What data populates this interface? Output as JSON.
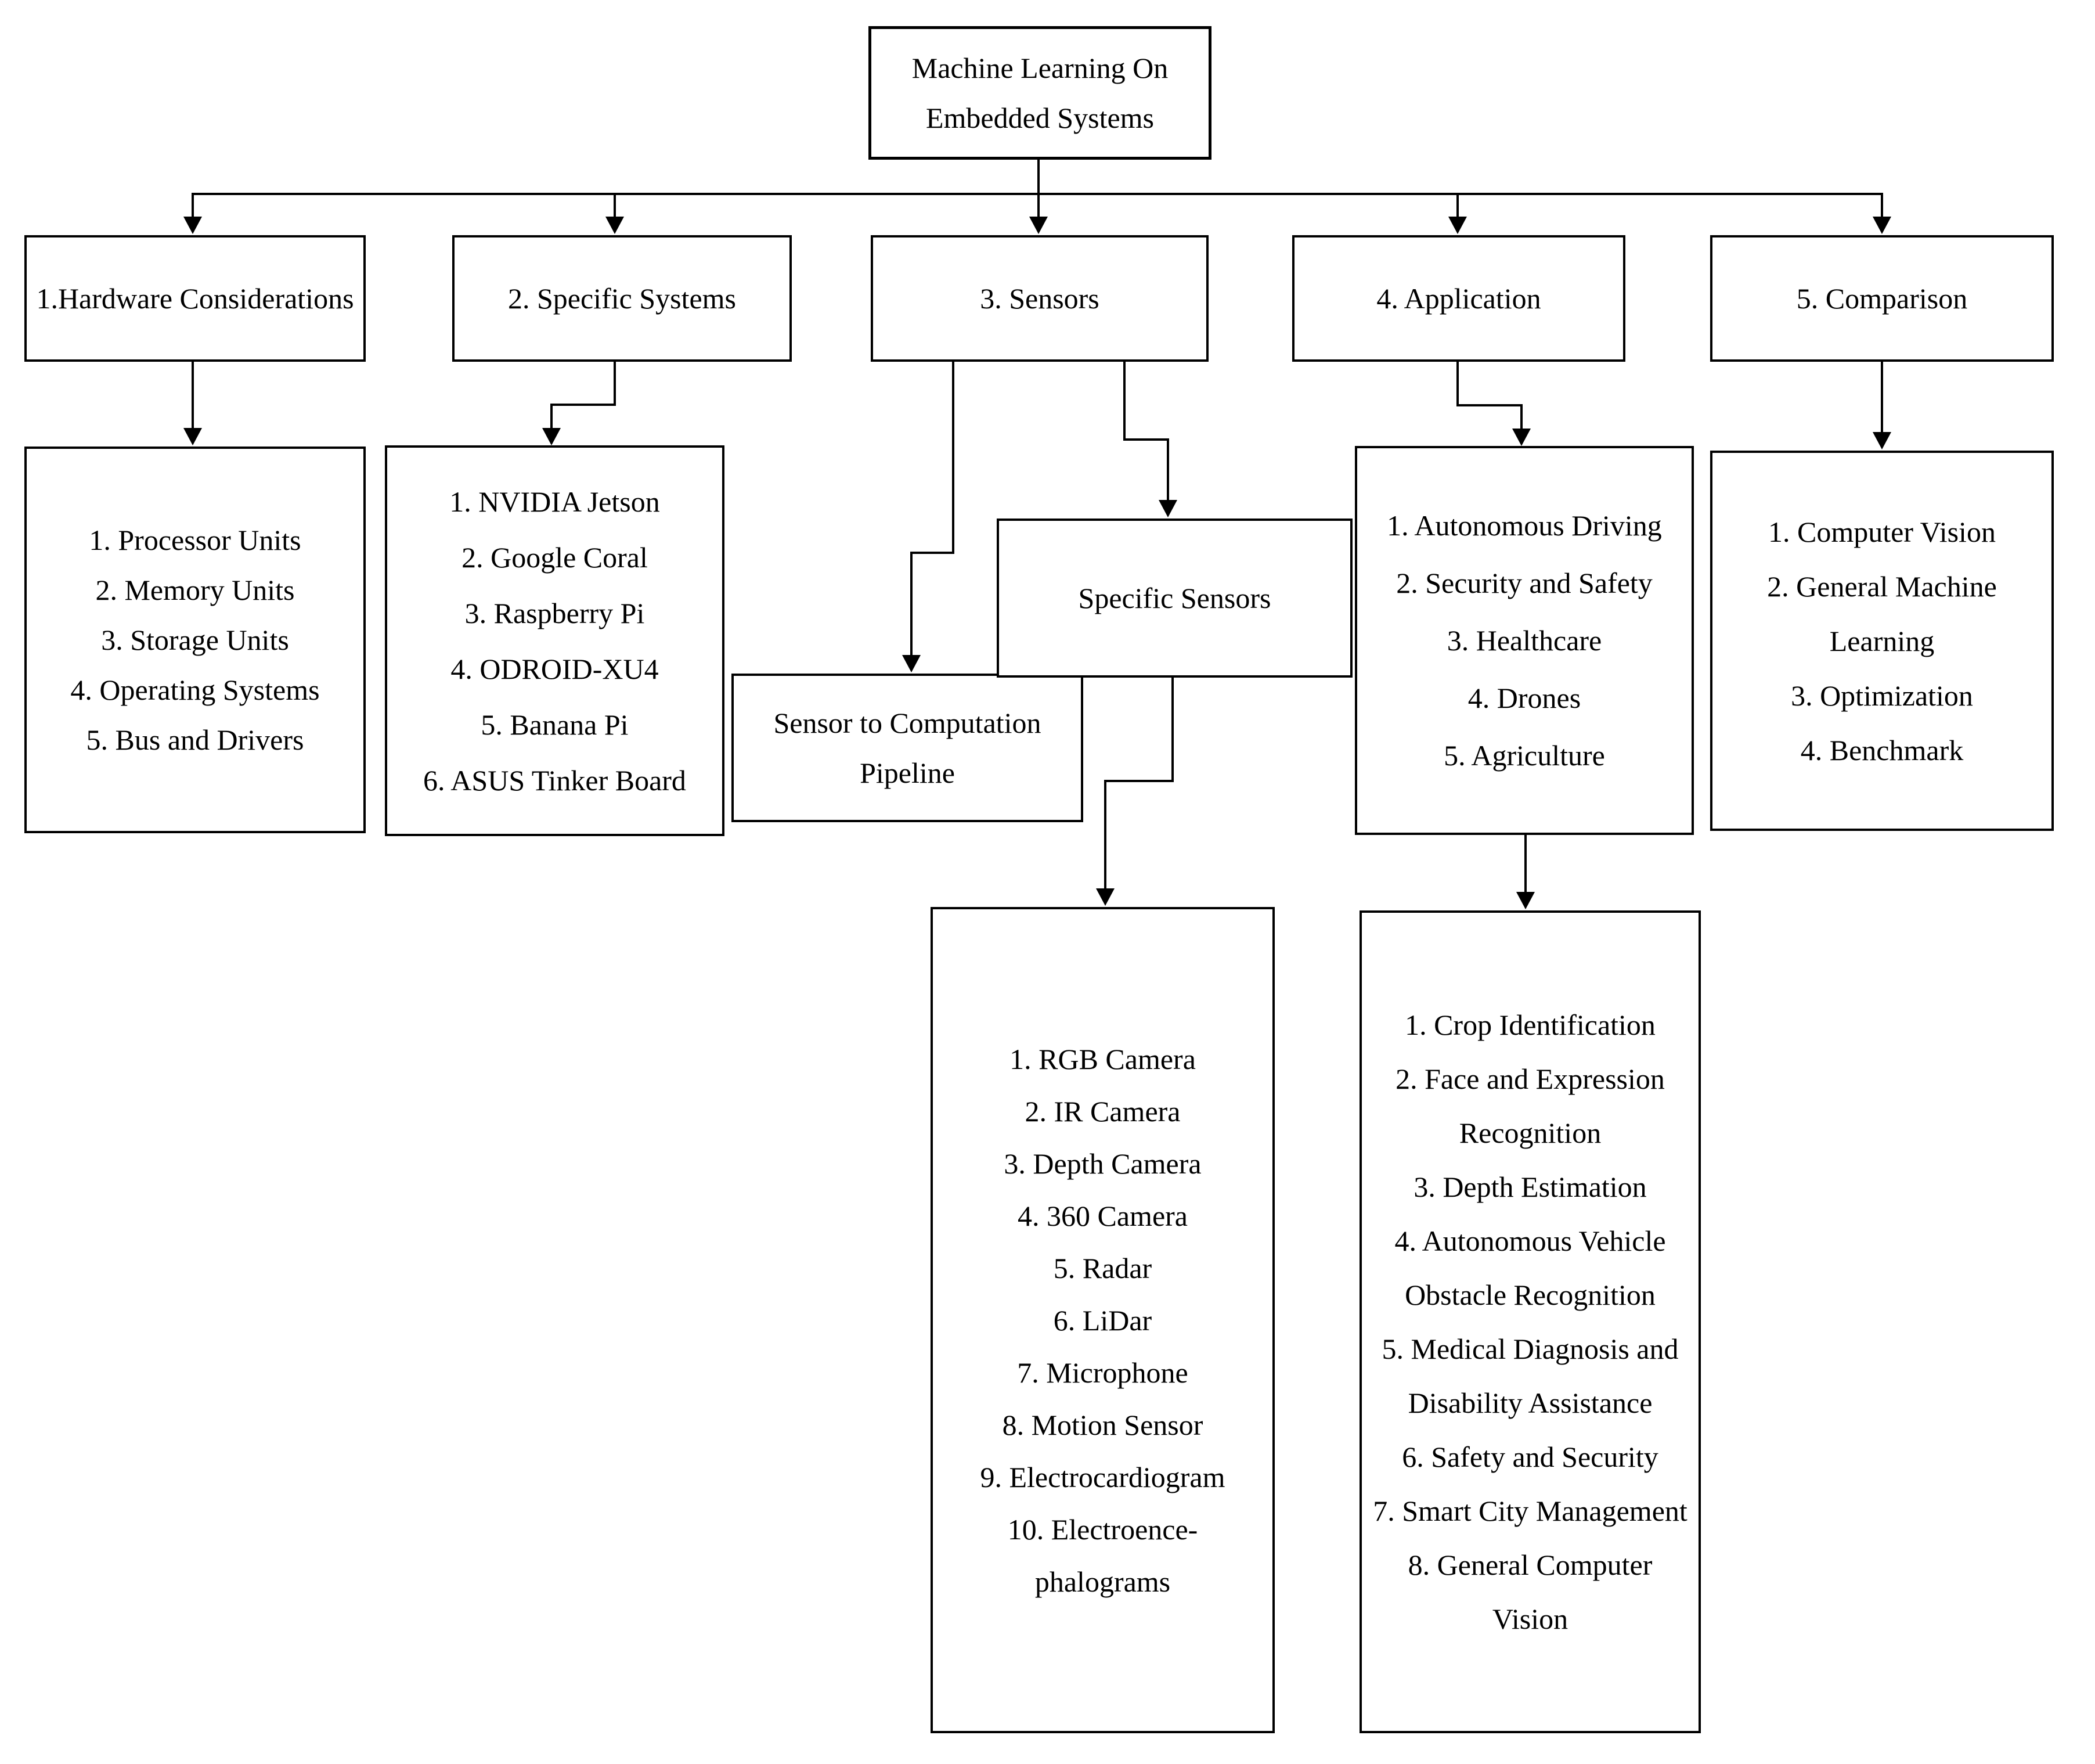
{
  "colors": {
    "ink": "#000000",
    "background": "#ffffff"
  },
  "nodes": {
    "root": "Machine Learning On Embedded Systems",
    "hardware": "1.Hardware Considerations",
    "systems": "2. Specific Systems",
    "sensors": "3. Sensors",
    "application": "4. Application",
    "comparison": "5. Comparison",
    "pipeline": "Sensor to Computation Pipeline",
    "specific_sensors": "Specific Sensors"
  },
  "lists": {
    "hardware": {
      "items": [
        "1. Processor Units",
        "2. Memory Units",
        "3. Storage Units",
        "4. Operating Systems",
        "5. Bus and Drivers"
      ]
    },
    "systems": {
      "items": [
        "1. NVIDIA Jetson",
        "2. Google Coral",
        "3. Raspberry Pi",
        "4. ODROID-XU4",
        "5. Banana Pi",
        "6. ASUS Tinker Board"
      ]
    },
    "application": {
      "items": [
        "1. Autonomous Driving",
        "2. Security and Safety",
        "3. Healthcare",
        "4. Drones",
        "5. Agriculture"
      ]
    },
    "comparison": {
      "items": [
        "1. Computer Vision",
        "2. General Machine Learning",
        "3. Optimization",
        "4. Benchmark"
      ]
    },
    "sensor_types": {
      "items": [
        "1. RGB Camera",
        "2. IR Camera",
        "3. Depth Camera",
        "4. 360 Camera",
        "5. Radar",
        "6. LiDar",
        "7. Microphone",
        "8. Motion Sensor",
        "9. Electrocardiogram",
        "10. Electroence- phalograms"
      ]
    },
    "application_details": {
      "items": [
        "1. Crop Identification",
        "2. Face and Expression Recognition",
        "3. Depth Estimation",
        "4. Autonomous Vehicle Obstacle Recognition",
        "5. Medical Diagnosis and Disability Assistance",
        "6. Safety and Security",
        "7. Smart City Management",
        "8. General Computer Vision"
      ]
    }
  }
}
